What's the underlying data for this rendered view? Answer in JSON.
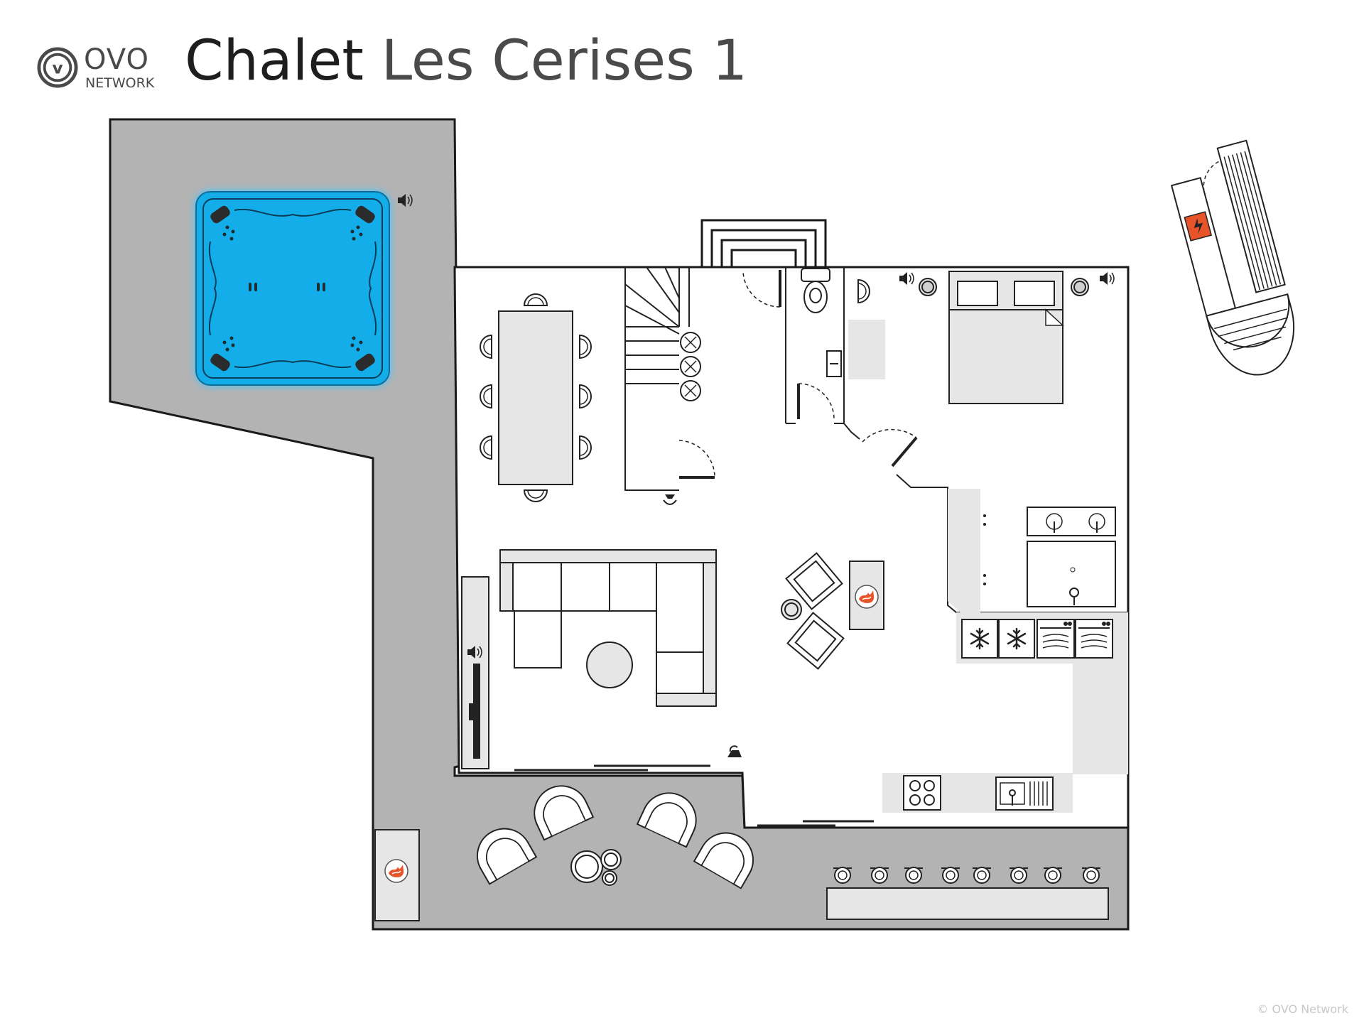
{
  "header": {
    "logo": {
      "word": "OVO",
      "sub": "NETWORK",
      "mark": "v"
    },
    "title_part1": "Chalet",
    "title_part2": "Les Cerises 1"
  },
  "footer": {
    "copyright": "© OVO Network"
  },
  "colors": {
    "terrace": "#b3b3b3",
    "wall": "#1a1a1a",
    "furniture": "#e6e6e6",
    "spa_water": "#13aee9",
    "spa_glow": "#4fc3f7",
    "fireplace": "#e8542a",
    "accent_text": "#4a4a4a"
  },
  "icons": [
    "ovo-logo-icon",
    "speaker-icon",
    "fireplace-icon",
    "electric-hazard-icon",
    "snowflake-icon",
    "oven-icon",
    "sink-icon",
    "hob-icon",
    "camera-icon",
    "light-icon"
  ]
}
